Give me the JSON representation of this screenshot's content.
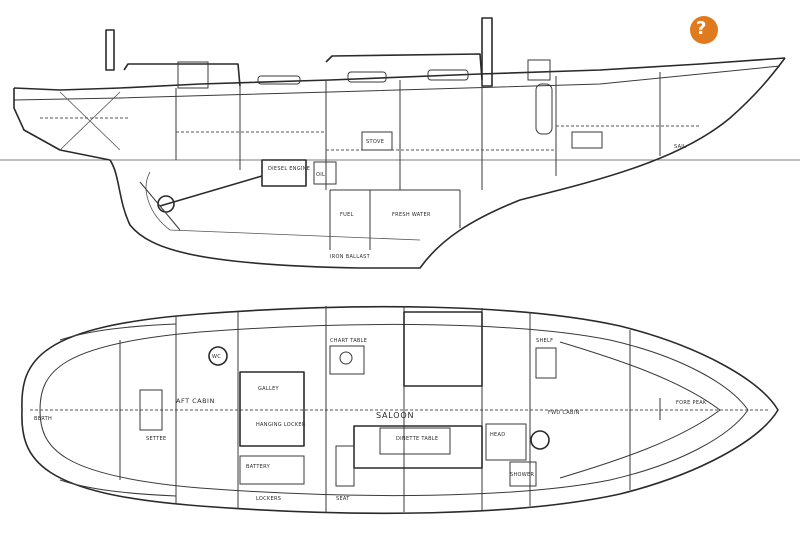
{
  "logo": {
    "icon": "boat-logo-icon",
    "color": "#e07a1f"
  },
  "profile": {
    "labels": {
      "engine": "DIESEL ENGINE",
      "oil": "OIL",
      "fuel": "FUEL",
      "fresh_water": "FRESH WATER",
      "keel": "IRON BALLAST",
      "stove": "STOVE",
      "sail": "SAIL"
    }
  },
  "plan": {
    "labels": {
      "aft_cabin": "AFT CABIN",
      "saloon": "SALOON",
      "forward_cabin": "FWD CABIN",
      "galley": "GALLEY",
      "chart": "CHART TABLE",
      "hanging": "HANGING LOCKER",
      "dinette": "DINETTE TABLE",
      "head": "HEAD",
      "foc": "FORE PEAK",
      "settee": "SETTEE",
      "berth": "BERTH",
      "lockers": "LOCKERS",
      "shelf": "SHELF",
      "wc": "WC",
      "battery": "BATTERY",
      "seat": "SEAT",
      "shower": "SHOWER"
    }
  }
}
